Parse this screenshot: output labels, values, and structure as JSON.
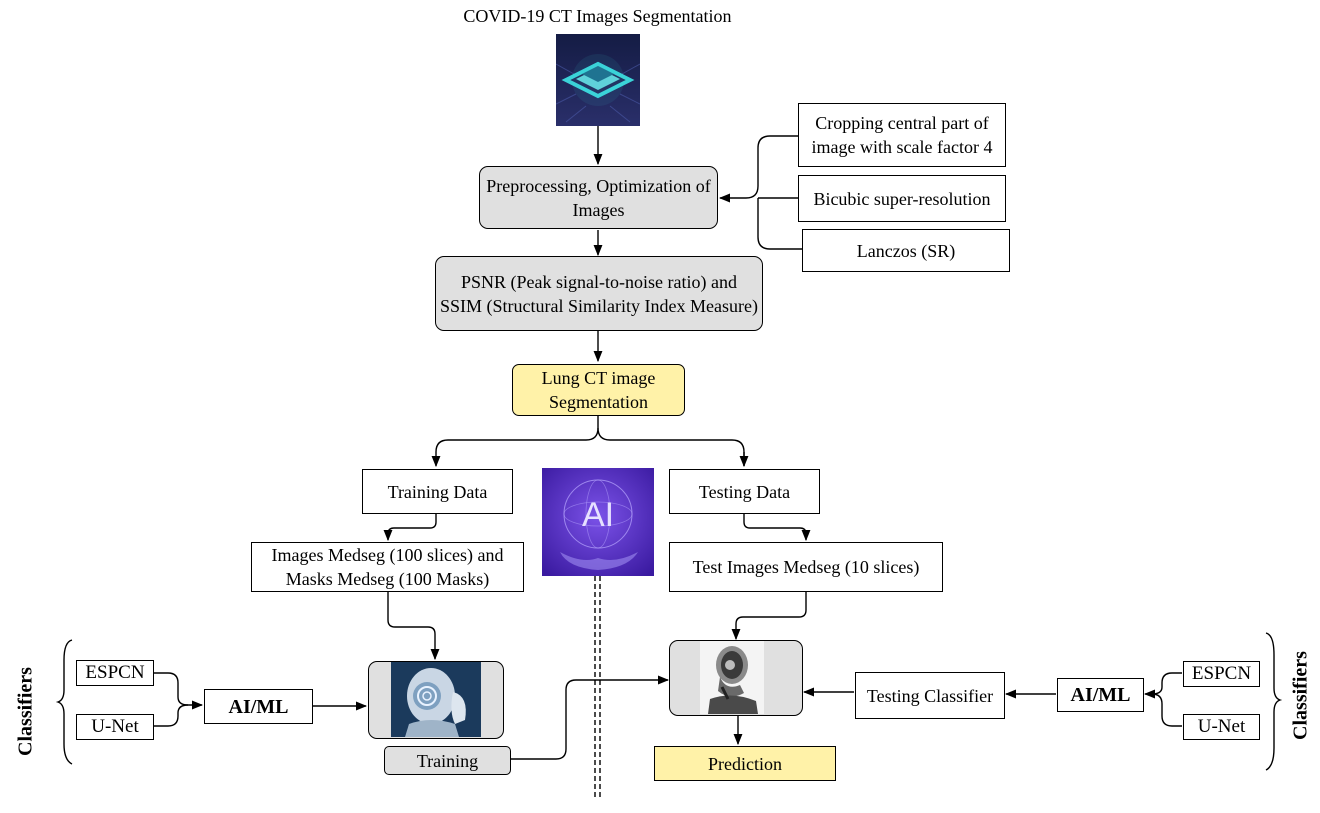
{
  "title": "COVID-19 CT Images Segmentation",
  "preprocess": "Preprocessing, Optimization of Images",
  "methods": [
    "Cropping central part of image with scale factor 4",
    "Bicubic super-resolution",
    "Lanczos (SR)"
  ],
  "metrics": "PSNR (Peak signal-to-noise ratio) and SSIM (Structural Similarity Index Measure)",
  "segmentation": "Lung CT image Segmentation",
  "training_data": "Training Data",
  "testing_data": "Testing Data",
  "train_images": "Images Medseg (100 slices) and Masks Medseg (100 Masks)",
  "test_images": "Test Images Medseg (10 slices)",
  "ai_badge": "AI",
  "left": {
    "classifiers_label": "Classifiers",
    "espcn": "ESPCN",
    "unet": "U-Net",
    "aiml": "AI/ML",
    "training": "Training"
  },
  "right": {
    "classifiers_label": "Classifiers",
    "espcn": "ESPCN",
    "unet": "U-Net",
    "aiml": "AI/ML",
    "testing_classifier": "Testing Classifier",
    "prediction": "Prediction"
  },
  "colors": {
    "gray_box": "#e0e0e0",
    "yellow_box": "#fff2a8",
    "chip_dark": "#1f2a5a",
    "chip_glow": "#3ee6e6",
    "ai_purple": "#5a2cc7"
  },
  "icons": [
    "chip-image",
    "ai-globe-image",
    "robot-thinking-image"
  ]
}
